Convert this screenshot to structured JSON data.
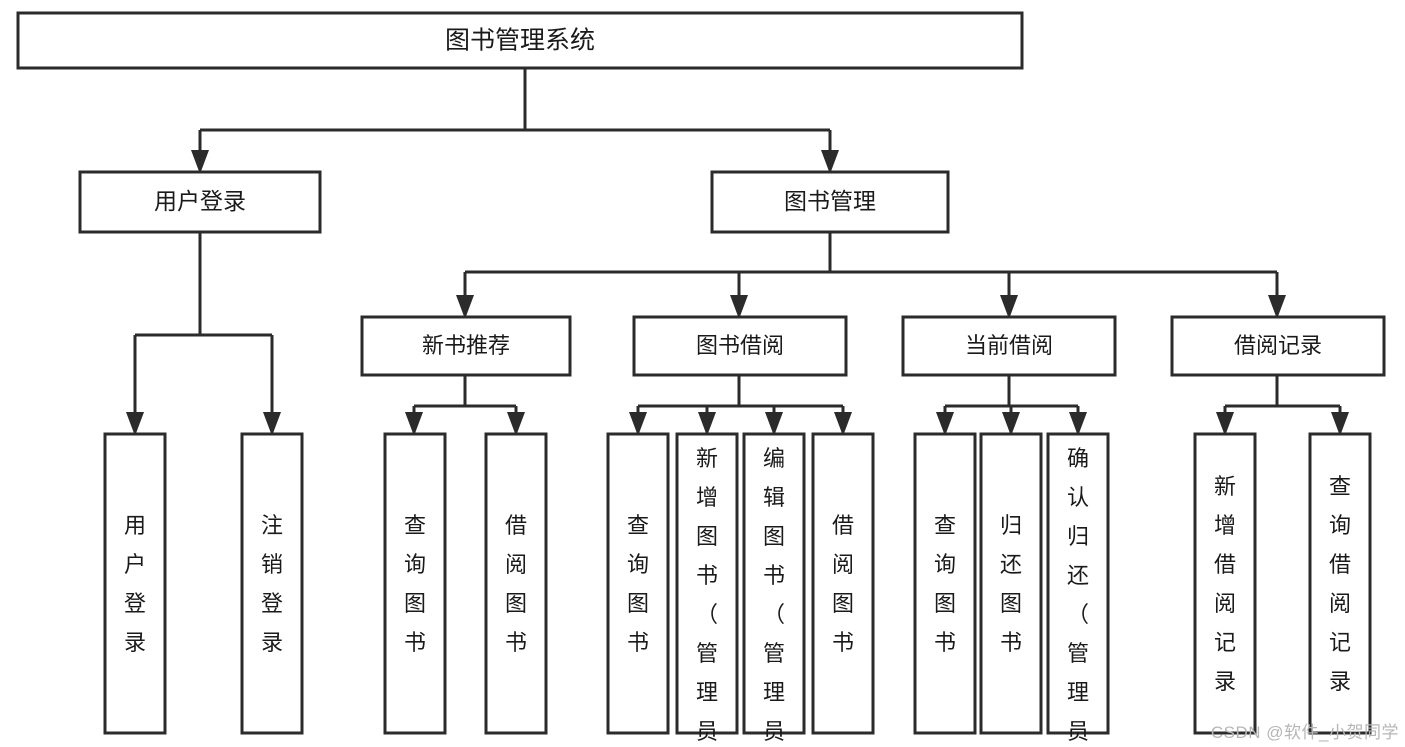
{
  "diagram": {
    "title_node": {
      "label": "图书管理系统"
    },
    "level2": [
      {
        "id": "user-login",
        "label": "用户登录"
      },
      {
        "id": "book-manage",
        "label": "图书管理"
      }
    ],
    "level3": [
      {
        "id": "new-book-recommend",
        "label": "新书推荐"
      },
      {
        "id": "book-borrow",
        "label": "图书借阅"
      },
      {
        "id": "current-borrow",
        "label": "当前借阅"
      },
      {
        "id": "borrow-record",
        "label": "借阅记录"
      }
    ],
    "leaves": {
      "user_login": [
        {
          "id": "leaf-user-login",
          "label": "用户登录"
        },
        {
          "id": "leaf-logout-login",
          "label": "注销登录"
        }
      ],
      "new_book_recommend": [
        {
          "id": "leaf-query-book-1",
          "label": "查询图书"
        },
        {
          "id": "leaf-borrow-book-1",
          "label": "借阅图书"
        }
      ],
      "book_borrow": [
        {
          "id": "leaf-query-book-2",
          "label": "查询图书"
        },
        {
          "id": "leaf-add-book",
          "label": "新增图书（管理员）"
        },
        {
          "id": "leaf-edit-book",
          "label": "编辑图书（管理员）"
        },
        {
          "id": "leaf-borrow-book-2",
          "label": "借阅图书"
        }
      ],
      "current_borrow": [
        {
          "id": "leaf-query-book-3",
          "label": "查询图书"
        },
        {
          "id": "leaf-return-book",
          "label": "归还图书"
        },
        {
          "id": "leaf-confirm-return",
          "label": "确认归还（管理员）"
        }
      ],
      "borrow_record": [
        {
          "id": "leaf-add-record",
          "label": "新增借阅记录"
        },
        {
          "id": "leaf-query-record",
          "label": "查询借阅记录"
        }
      ]
    },
    "colors": {
      "stroke": "#2b2b2b",
      "fill": "#ffffff",
      "text": "#1a1a1a",
      "watermark": "#b6b6b6"
    }
  },
  "watermark": {
    "text": "CSDN @软件_小贺同学"
  }
}
